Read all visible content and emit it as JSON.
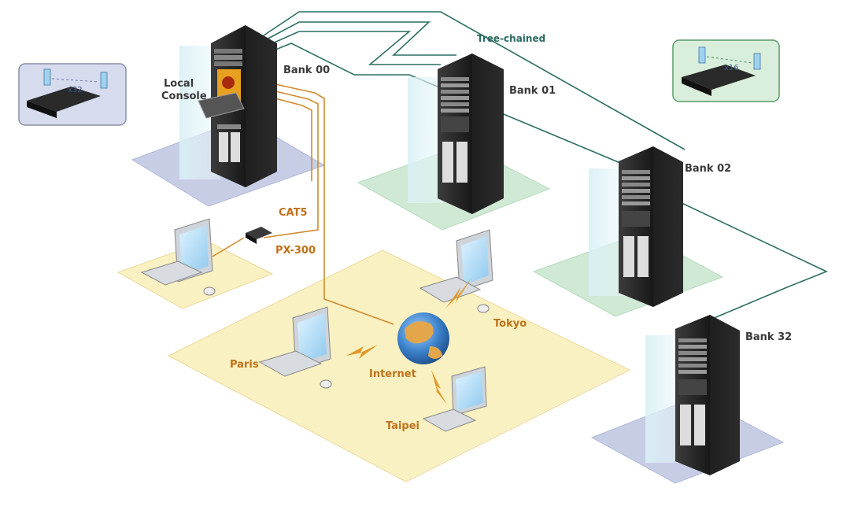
{
  "diagram": {
    "banks": [
      {
        "id": "bank00",
        "label": "Bank 00"
      },
      {
        "id": "bank01",
        "label": "Bank 01"
      },
      {
        "id": "bank02",
        "label": "Bank 02"
      },
      {
        "id": "bank32",
        "label": "Bank 32"
      }
    ],
    "local_console": {
      "line1": "Local",
      "line2": "Console"
    },
    "link_labels": {
      "tree_chained": "Tree-chained",
      "cat5": "CAT5",
      "px300": "PX-300"
    },
    "internet": {
      "label": "Internet"
    },
    "remote_sites": [
      {
        "id": "paris",
        "label": "Paris"
      },
      {
        "id": "tokyo",
        "label": "Tokyo"
      },
      {
        "id": "taipei",
        "label": "Taipei"
      }
    ],
    "insets": {
      "left": {
        "multiplier": "x32"
      },
      "right": {
        "multiplier": "x16"
      }
    },
    "colors": {
      "orange_cable": "#d28a2e",
      "green_cable": "#2c6e63",
      "rack": "#2a2a2a",
      "platform_blue": "#c8cde6",
      "platform_green": "#cfe9d4",
      "platform_yellow": "#faf1c2"
    }
  }
}
